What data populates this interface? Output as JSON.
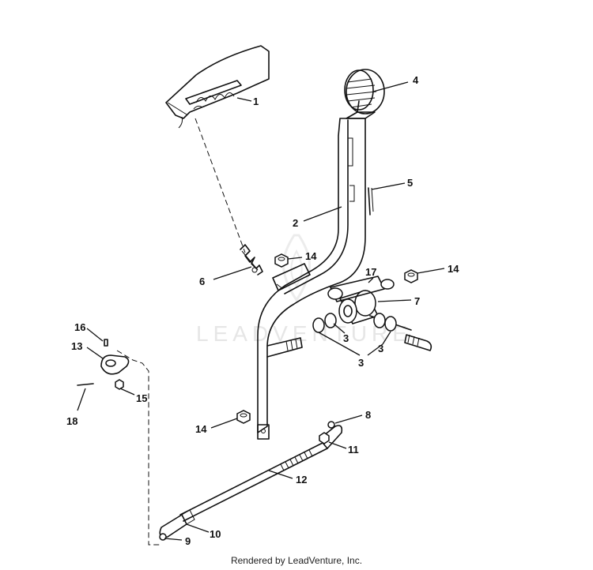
{
  "callouts": [
    "1",
    "2",
    "3",
    "3",
    "3",
    "4",
    "5",
    "6",
    "7",
    "8",
    "9",
    "10",
    "11",
    "12",
    "13",
    "14",
    "14",
    "14",
    "15",
    "16",
    "17",
    "18"
  ],
  "watermark": "LEADVENTURE",
  "footer": "Rendered by LeadVenture, Inc."
}
